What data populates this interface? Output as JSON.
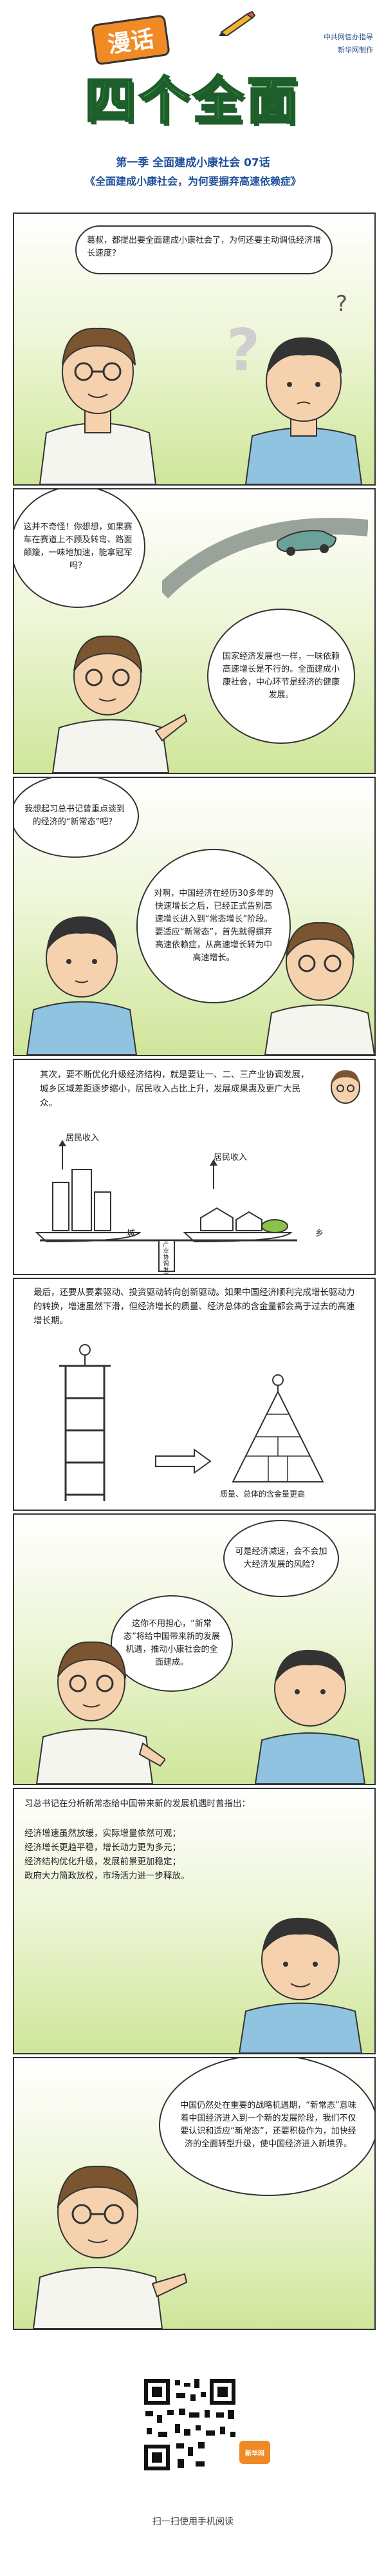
{
  "header": {
    "logo_top": "漫话",
    "logo_main": "四个全面",
    "credit_line1": "中共网信办指导",
    "credit_line2": "新华网制作",
    "episode": "第一季 全面建成小康社会 07话",
    "episode_title": "《全面建成小康社会，为何要摒弃高速依赖症》"
  },
  "panels": {
    "p1": {
      "bubble": "葛叔，都提出要全面建成小康社会了，为何还要主动调低经济增长速度？",
      "question_mark": "?"
    },
    "p2": {
      "bubble_left": "这并不奇怪！你想想，如果赛车在赛道上不顾及转弯、路面颠簸，一味地加速，能拿冠军吗？",
      "bubble_right": "国家经济发展也一样，一味依赖高速增长是不行的。全面建成小康社会，中心环节是经济的健康发展。"
    },
    "p3": {
      "bubble_top": "我想起习总书记曾重点谈到的经济的“新常态”吧？",
      "bubble_main": "对啊，中国经济在经历30多年的快速增长之后，已经正式告别高速增长进入到“常态增长”阶段。要适应“新常态”，首先就得摒弃高速依赖症，从高速增长转为中高速增长。"
    },
    "p4": {
      "text": "其次，要不断优化升级经济结构，就是要让一、二、三产业协调发展，城乡区域差距逐步缩小，居民收入占比上升，发展成果惠及更广大民众。",
      "label_city_income": "居民收入",
      "label_rural_income": "居民收入",
      "label_city": "城",
      "label_rural": "乡",
      "label_pillar": "产业协调发展"
    },
    "p5": {
      "text": "最后，还要从要素驱动、投资驱动转向创新驱动。如果中国经济顺利完成增长驱动力的转换，增速虽然下滑，但经济增长的质量、经济总体的含金量都会高于过去的高速增长期。",
      "caption": "质量、总体的含金量更高"
    },
    "p6": {
      "bubble_top": "可是经济减速，会不会加大经济发展的风险？",
      "bubble_main": "这你不用担心，“新常态”将给中国带来新的发展机遇，推动小康社会的全面建成。"
    },
    "p7": {
      "text_intro": "习总书记在分析新常态给中国带来新的发展机遇时曾指出：",
      "items": [
        "经济增速虽然放缓，实际增量依然可观；",
        "经济增长更趋平稳，增长动力更为多元；",
        "经济结构优化升级，发展前景更加稳定；",
        "政府大力简政放权，市场活力进一步释放。"
      ]
    },
    "p8": {
      "bubble": "中国仍然处在重要的战略机遇期，“新常态”意味着中国经济进入到一个新的发展阶段，我们不仅要认识和适应“新常态”，还要积极作为，加快经济的全面转型升级，使中国经济进入新境界。"
    }
  },
  "footer": {
    "qr_label": "扫一扫使用手机阅读",
    "badge": "新华网"
  }
}
